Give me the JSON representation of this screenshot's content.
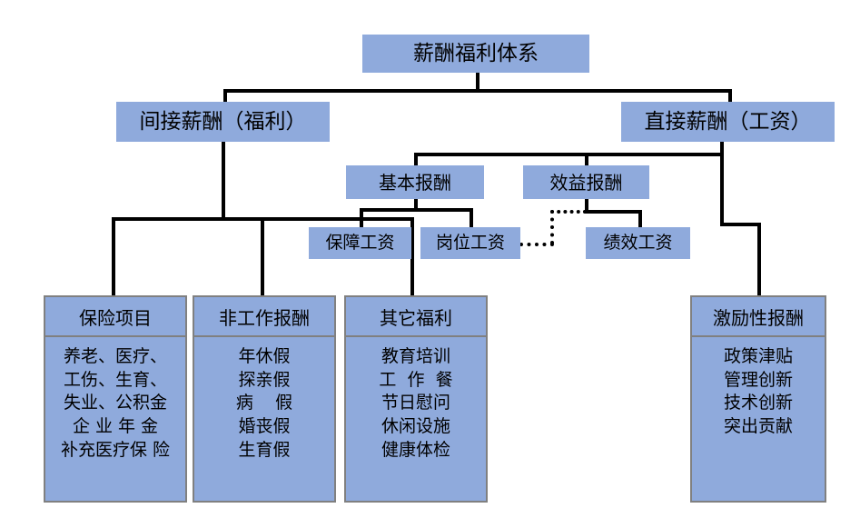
{
  "diagram": {
    "title_node": {
      "label": "薪酬福利体系"
    },
    "level2": [
      {
        "id": "indirect",
        "label": "间接薪酬（福利）"
      },
      {
        "id": "direct",
        "label": "直接薪酬（工资）"
      }
    ],
    "level3": [
      {
        "id": "basic-pay",
        "label": "基本报酬"
      },
      {
        "id": "performance-pay",
        "label": "效益报酬"
      }
    ],
    "level4": [
      {
        "id": "guarantee-wage",
        "label": "保障工资"
      },
      {
        "id": "post-wage",
        "label": "岗位工资"
      },
      {
        "id": "merit-wage",
        "label": "绩效工资"
      }
    ],
    "panels": [
      {
        "id": "insurance",
        "header": "保险项目",
        "items": [
          "养老、医疗、",
          "工伤、生育、",
          "失业、公积金",
          "企 业 年 金",
          "补充医疗保 险"
        ]
      },
      {
        "id": "non-work-pay",
        "header": "非工作报酬",
        "items": [
          "年休假",
          "探亲假",
          "病    假",
          "婚丧假",
          "生育假"
        ]
      },
      {
        "id": "other-benefits",
        "header": "其它福利",
        "items": [
          "教育培训",
          "工  作  餐",
          "节日慰问",
          "休闲设施",
          "健康体检"
        ]
      },
      {
        "id": "incentive-pay",
        "header": "激励性报酬",
        "items": [
          "政策津贴",
          "管理创新",
          "技术创新",
          "突出贡献"
        ]
      }
    ],
    "colors": {
      "node_fill": "#8faadc",
      "panel_border": "#808080",
      "connector": "#000000",
      "background": "#ffffff"
    }
  }
}
